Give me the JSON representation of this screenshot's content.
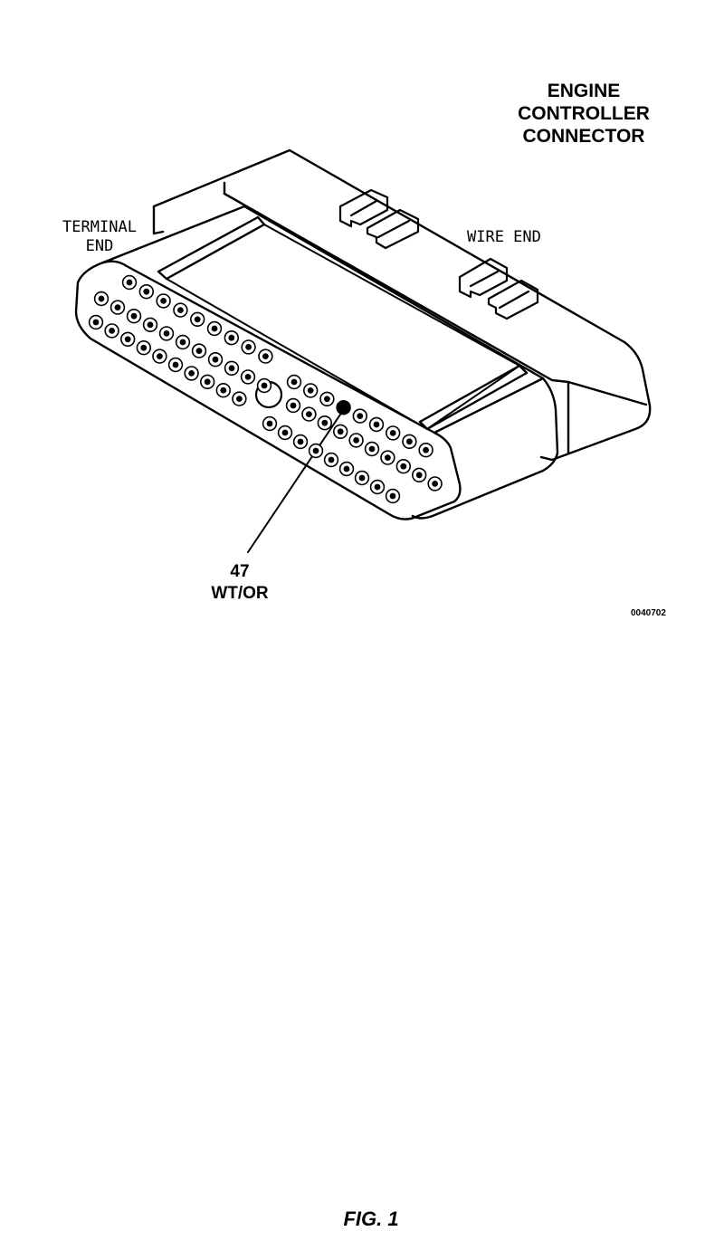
{
  "title_lines": [
    "ENGINE",
    "CONTROLLER",
    "CONNECTOR"
  ],
  "labels": {
    "terminal_end_lines": [
      "TERMINAL",
      "END"
    ],
    "wire_end": "WIRE END"
  },
  "callout": {
    "pin_number": "47",
    "wire_color": "WT/OR"
  },
  "drawing_code": "0040702",
  "figure_caption": "FIG. 1"
}
